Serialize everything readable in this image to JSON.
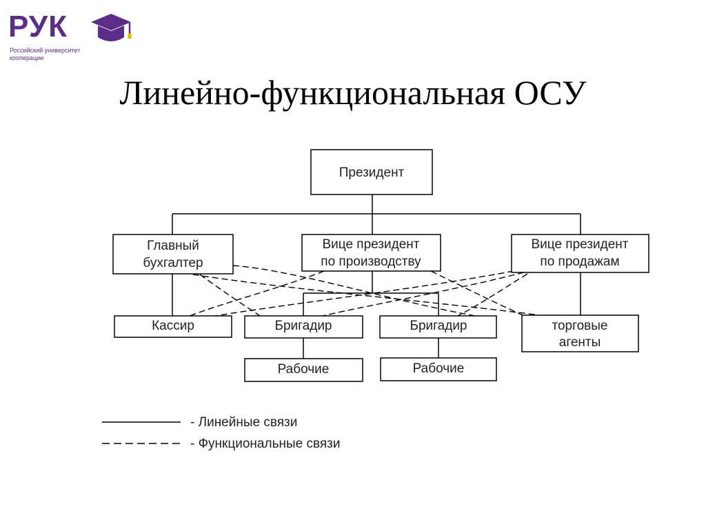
{
  "logo": {
    "text": "РУК",
    "subtitle_line1": "Российский университет",
    "subtitle_line2": "кооперации",
    "brand_color": "#5b2d86"
  },
  "title": "Линейно-функциональная ОСУ",
  "nodes": {
    "president": [
      "Президент"
    ],
    "chief_accountant": [
      "Главный",
      "бухгалтер"
    ],
    "vp_production": [
      "Вице президент",
      "по производству"
    ],
    "vp_sales": [
      "Вице президент",
      "по продажам"
    ],
    "cashier": [
      "Кассир"
    ],
    "foreman1": [
      "Бригадир"
    ],
    "foreman2": [
      "Бригадир"
    ],
    "sales_agents": [
      "торговые",
      "агенты"
    ],
    "workers1": [
      "Рабочие"
    ],
    "workers2": [
      "Рабочие"
    ]
  },
  "legend": {
    "linear": "- Линейные связи",
    "functional": "- Функциональные связи"
  }
}
